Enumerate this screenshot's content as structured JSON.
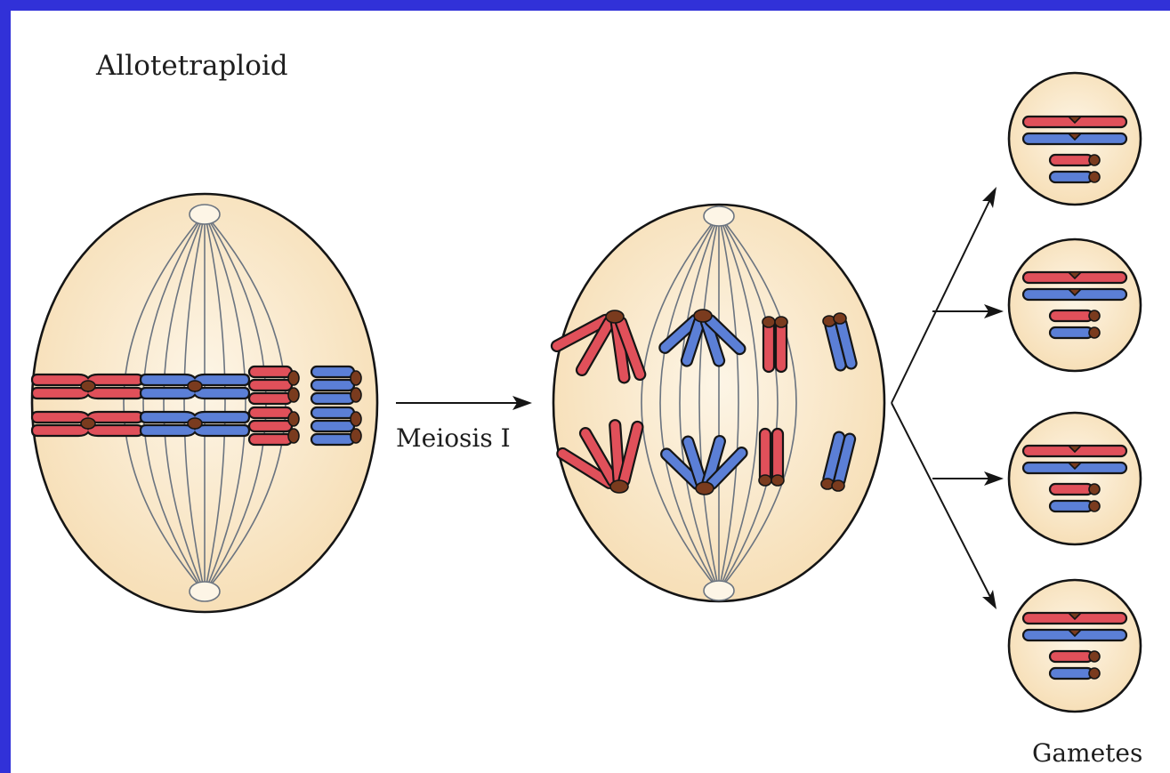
{
  "labels": {
    "title": "Allotetraploid",
    "process": "Meiosis I",
    "product": "Gametes"
  },
  "colors": {
    "background_frame": "#3131d8",
    "cell_fill_center": "#fdf5e6",
    "cell_fill_edge": "#f6ddb3",
    "genome_a_chromosome": "#e0505a",
    "genome_b_chromosome": "#5b7fd6",
    "centromere": "#7a3b1e",
    "spindle": "#6b7480"
  },
  "icons": [
    "arrow-right-icon",
    "arrow-up-right-icon",
    "arrow-down-right-icon"
  ]
}
